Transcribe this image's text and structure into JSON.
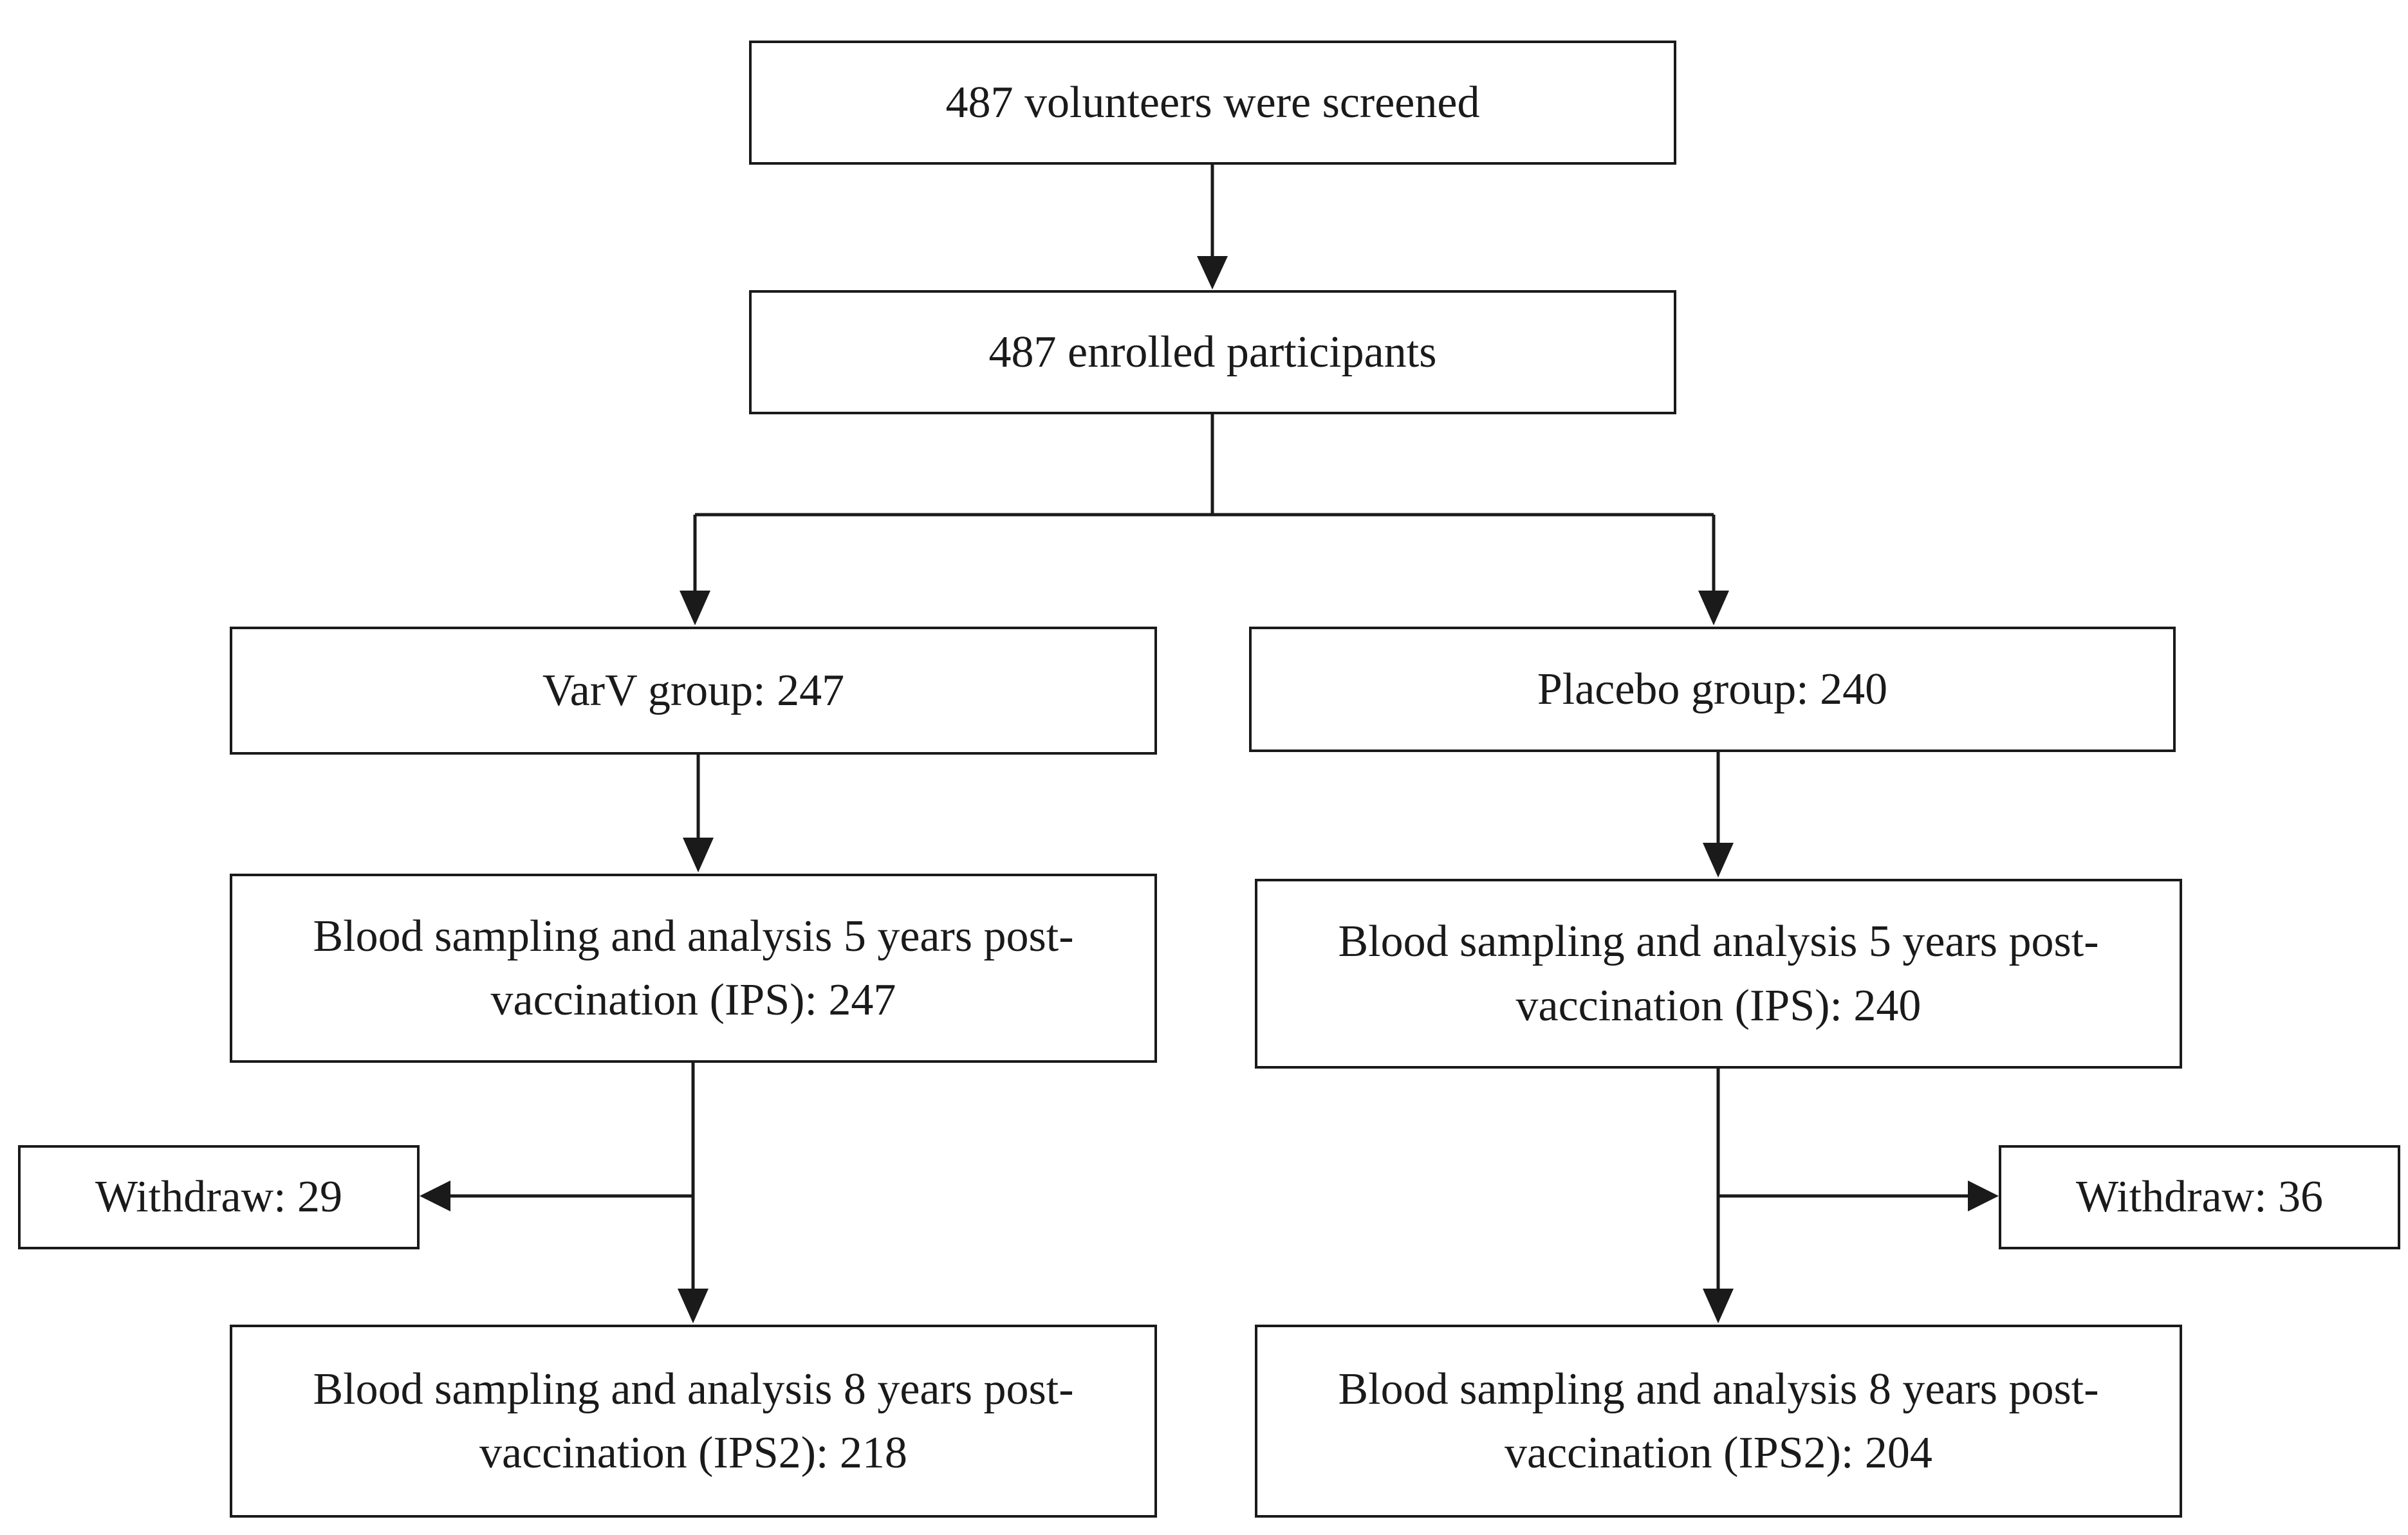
{
  "flowchart": {
    "screened": "487 volunteers were screened",
    "enrolled": "487 enrolled participants",
    "varv_group": "VarV group: 247",
    "placebo_group": "Placebo group: 240",
    "varv_ips": {
      "line1": "Blood sampling and analysis 5 years post-",
      "line2": "vaccination (IPS): 247"
    },
    "placebo_ips": {
      "line1": "Blood sampling and analysis 5 years post-",
      "line2": "vaccination (IPS): 240"
    },
    "varv_withdraw": "Withdraw: 29",
    "placebo_withdraw": "Withdraw: 36",
    "varv_ips2": {
      "line1": "Blood sampling and analysis 8 years post-",
      "line2": "vaccination (IPS2): 218"
    },
    "placebo_ips2": {
      "line1": "Blood sampling and analysis 8 years post-",
      "line2": "vaccination (IPS2): 204"
    }
  }
}
